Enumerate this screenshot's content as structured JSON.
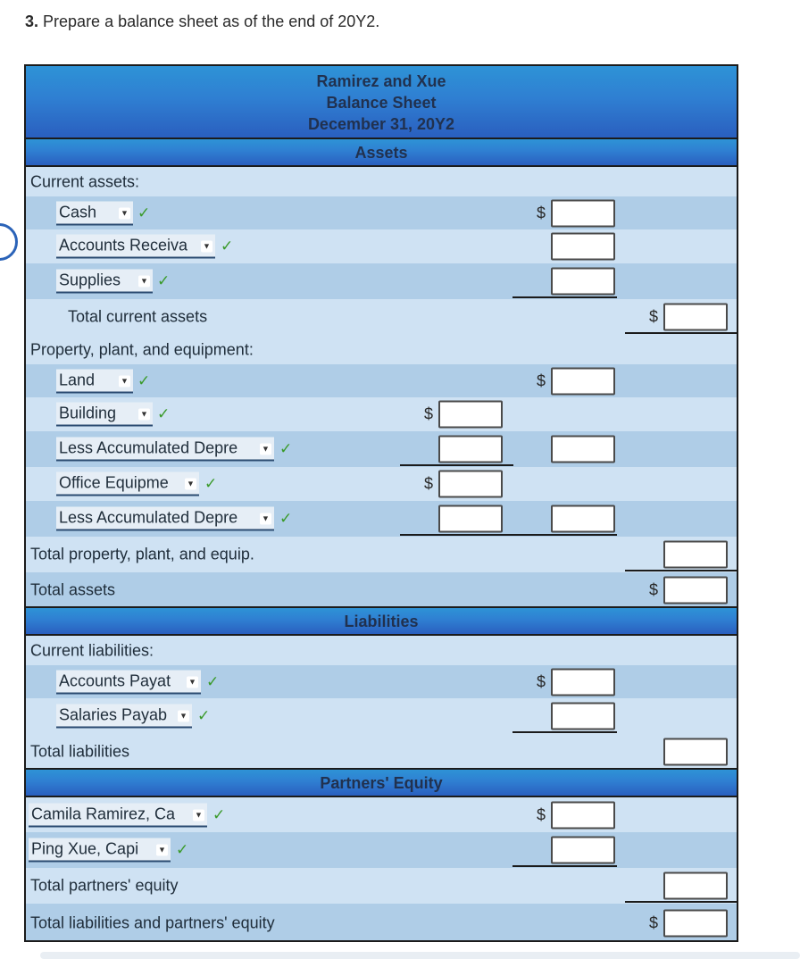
{
  "question": {
    "number": "3.",
    "text": "Prepare a balance sheet as of the end of 20Y2."
  },
  "header": {
    "company": "Ramirez and Xue",
    "statement": "Balance Sheet",
    "date": "December 31, 20Y2"
  },
  "sections": {
    "assets": "Assets",
    "liabilities": "Liabilities",
    "equity": "Partners' Equity"
  },
  "labels": {
    "current_assets": "Current assets:",
    "total_current_assets": "Total current assets",
    "ppe": "Property, plant, and equipment:",
    "total_ppe": "Total property, plant, and equip.",
    "total_assets": "Total assets",
    "current_liabilities": "Current liabilities:",
    "total_liabilities": "Total liabilities",
    "total_equity": "Total partners' equity",
    "total_liab_equity": "Total liabilities and partners' equity"
  },
  "dropdowns": {
    "cash": "Cash",
    "ar": "Accounts Receiva",
    "supplies": "Supplies",
    "land": "Land",
    "building": "Building",
    "accum_bldg": "Less Accumulated Depre",
    "office_equip": "Office Equipme",
    "accum_equip": "Less Accumulated Depre",
    "ap": "Accounts Payat",
    "salaries": "Salaries Payab",
    "ramirez_capital": "Camila Ramirez, Ca",
    "xue_capital": "Ping Xue, Capi"
  },
  "symbols": {
    "dollar": "$",
    "check": "✓",
    "arrow": "▼"
  }
}
